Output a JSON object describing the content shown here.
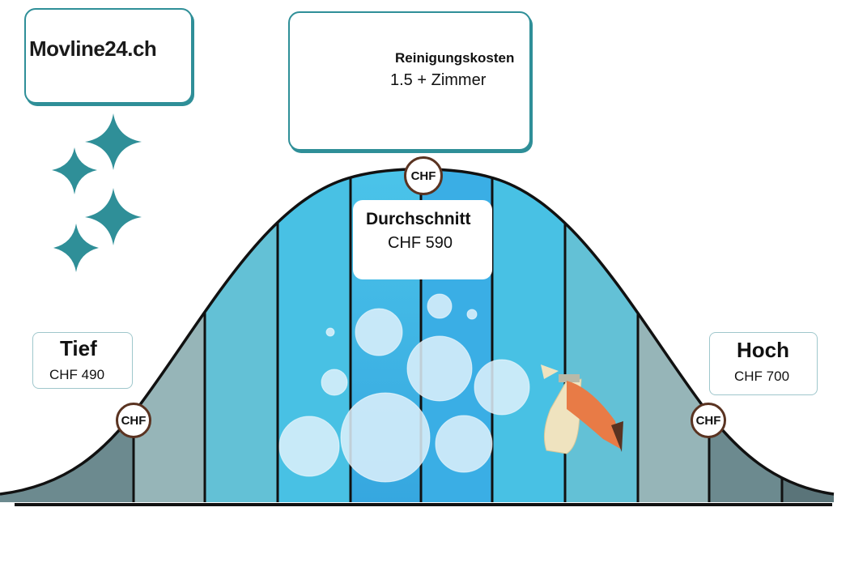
{
  "logo": {
    "text_prefix": "Movline",
    "text_suffix": "24.ch"
  },
  "header": {
    "title": "Reinigungskosten",
    "subtitle": "1.5 + Zimmer"
  },
  "low": {
    "label": "Tief",
    "value": "CHF 490"
  },
  "average": {
    "label": "Durchschnitt",
    "value": "CHF 590"
  },
  "high": {
    "label": "Hoch",
    "value": "CHF 700"
  },
  "badges": {
    "left": "CHF",
    "top": "CHF",
    "right": "CHF"
  },
  "colors": {
    "accent": "#2f8f98",
    "badge_border": "#5a3321",
    "curve": "#111111"
  }
}
